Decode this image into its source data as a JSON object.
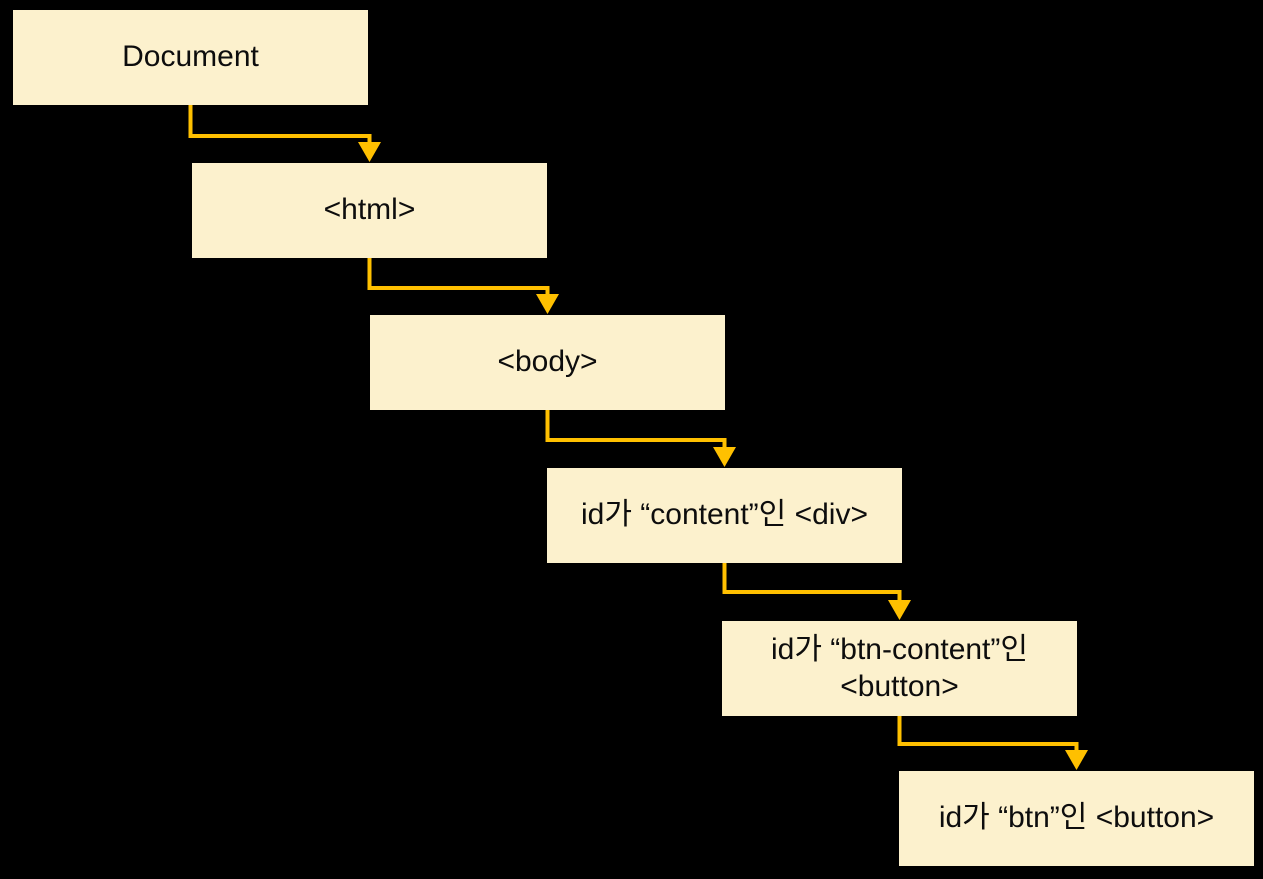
{
  "diagram": {
    "description_domain": "dom-tree-flow",
    "nodes": [
      {
        "label": "Document"
      },
      {
        "label": "<html>"
      },
      {
        "label": "<body>"
      },
      {
        "label": "id가 “content”인 <div>"
      },
      {
        "label": "id가 “btn-content”인 <button>"
      },
      {
        "label": "id가 “btn”인 <button>"
      }
    ],
    "colors": {
      "background": "#000000",
      "node_fill": "#FCF1CD",
      "connector": "#FFC000",
      "node_text": "#0D0D0D"
    }
  }
}
